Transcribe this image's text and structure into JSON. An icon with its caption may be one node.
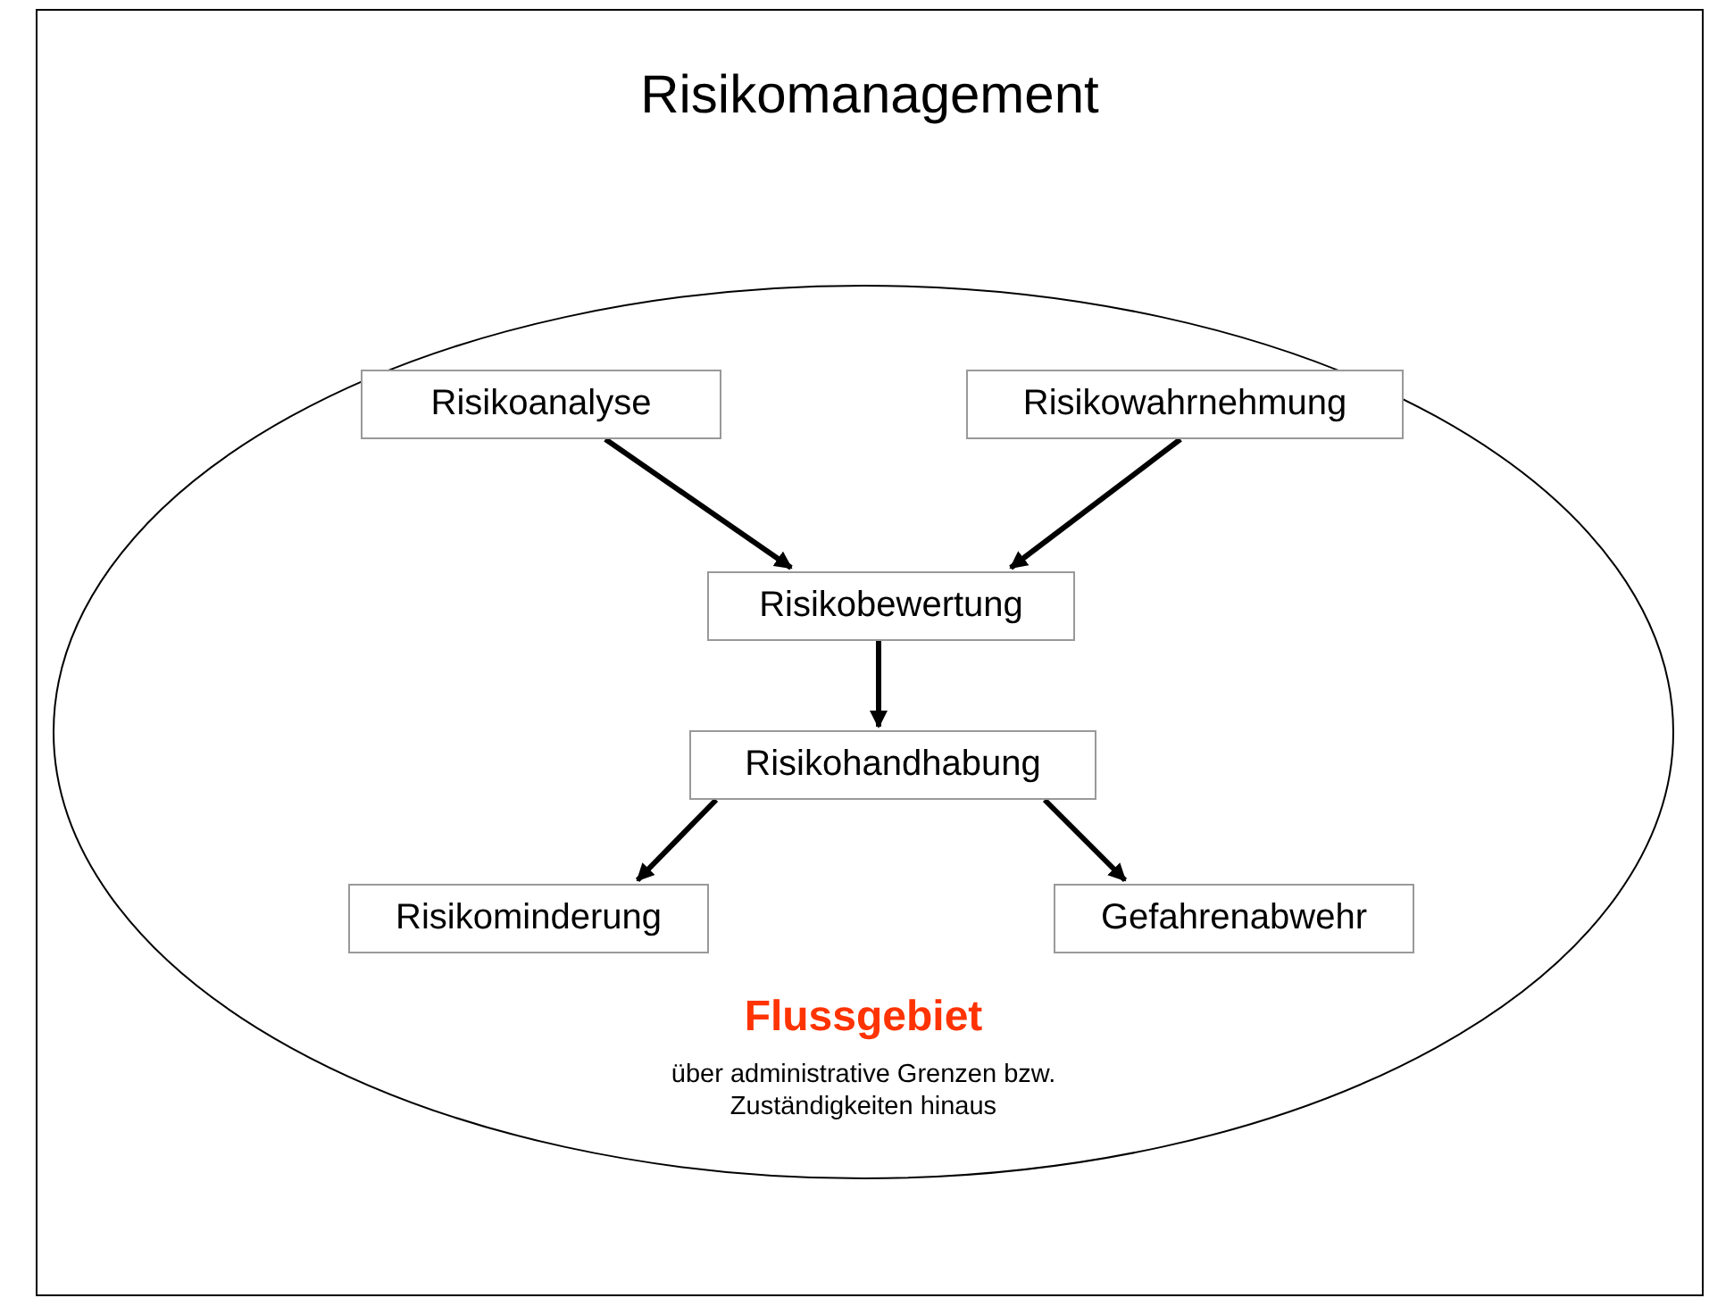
{
  "diagram": {
    "nodes": [
      {
        "text": [
          "Risikomanagement"
        ]
      },
      {
        "text": [
          "Flussgebiet",
          "über administrative Grenzen bzw. Zuständigkeiten hinaus"
        ],
        "in": 0
      },
      {
        "text": [
          "Risikoanalyse"
        ],
        "in": 1
      },
      {
        "text": [
          "Risikowahrnehmung"
        ],
        "in": 1
      },
      {
        "text": [
          "Risikobewertung"
        ],
        "in": 1
      },
      {
        "text": [
          "Risikohandhabung"
        ],
        "in": 1
      },
      {
        "text": [
          "Risikominderung"
        ],
        "in": 1
      },
      {
        "text": [
          "Gefahrenabwehr"
        ],
        "in": 1
      }
    ],
    "edges": [
      {
        "from": 2,
        "to": 4,
        "arrow": "to"
      },
      {
        "from": 3,
        "to": 4,
        "arrow": "to"
      },
      {
        "from": 4,
        "to": 5,
        "arrow": "to"
      },
      {
        "from": 5,
        "to": 6,
        "arrow": "to"
      },
      {
        "from": 5,
        "to": 7,
        "arrow": "to"
      }
    ]
  }
}
